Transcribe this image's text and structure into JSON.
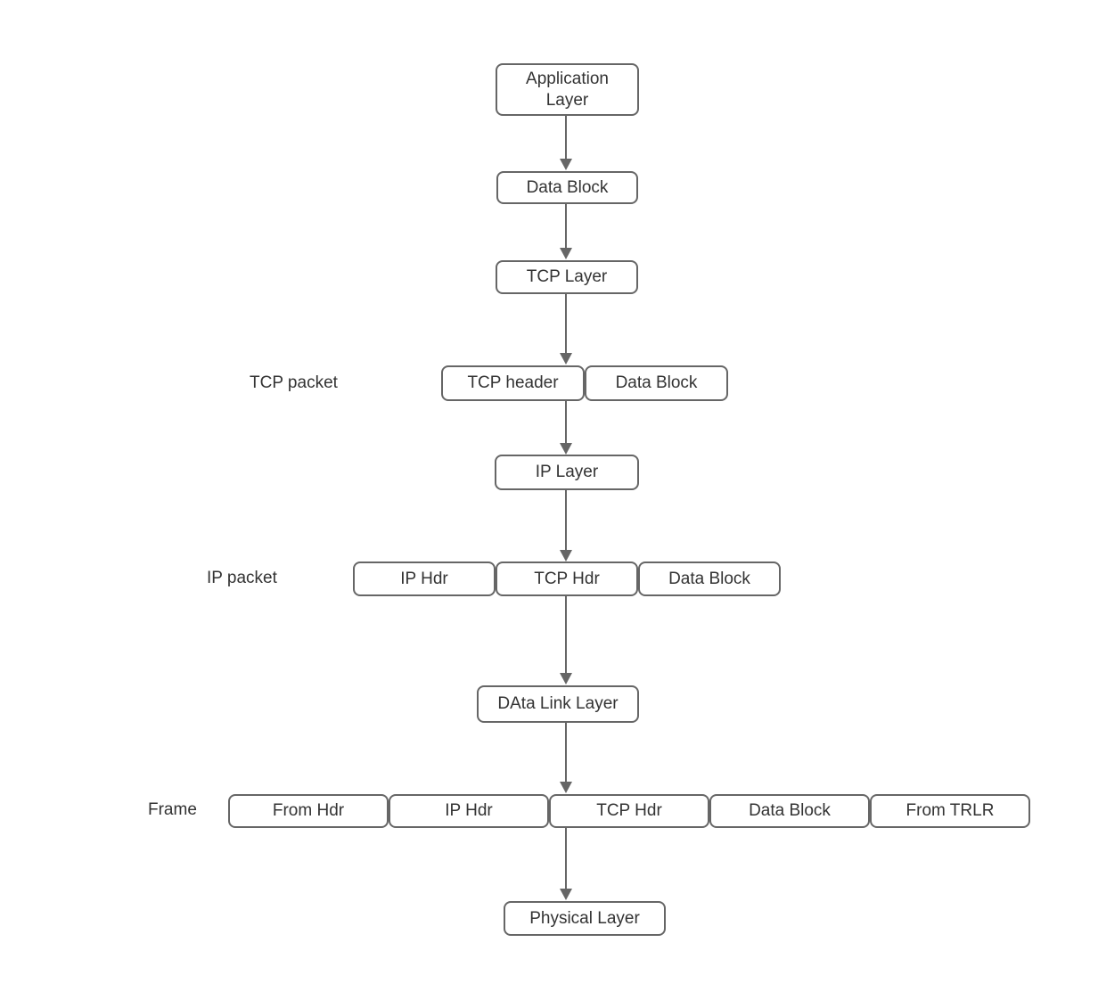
{
  "diagram": {
    "description": "TCP/IP data encapsulation flow diagram",
    "colors": {
      "background": "#ffffff",
      "node_border": "#666666",
      "node_fill": "#ffffff",
      "text": "#333333",
      "arrow": "#666666"
    },
    "nodes": {
      "application_layer": "Application Layer",
      "data_block_top": "Data Block",
      "tcp_layer": "TCP Layer",
      "tcp_header": "TCP header",
      "tcp_packet_data_block": "Data Block",
      "ip_layer": "IP Layer",
      "ip_packet_ip_hdr": "IP Hdr",
      "ip_packet_tcp_hdr": "TCP Hdr",
      "ip_packet_data_block": "Data Block",
      "data_link_layer": "DAta Link Layer",
      "frame_from_hdr": "From Hdr",
      "frame_ip_hdr": "IP Hdr",
      "frame_tcp_hdr": "TCP Hdr",
      "frame_data_block": "Data Block",
      "frame_from_trlr": "From TRLR",
      "physical_layer": "Physical Layer"
    },
    "side_labels": {
      "tcp_packet": "TCP packet",
      "ip_packet": "IP packet",
      "frame": "Frame"
    }
  }
}
